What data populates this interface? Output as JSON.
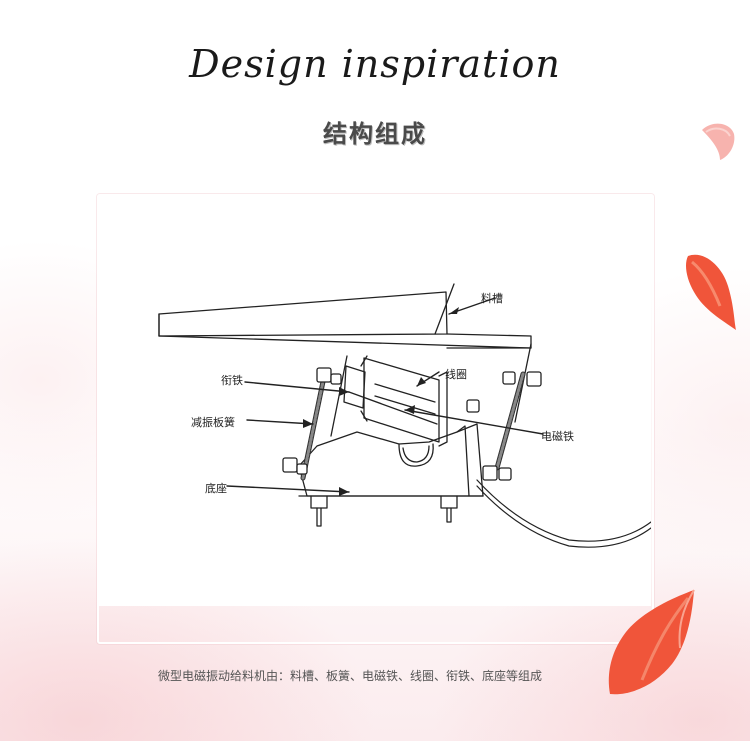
{
  "heading": {
    "script_title": "Design  inspiration",
    "chinese_title": "结构组成"
  },
  "diagram": {
    "labels": {
      "trough": "料槽",
      "armature": "衔铁",
      "coil": "线圈",
      "spring": "减振板簧",
      "electromagnet": "电磁铁",
      "base": "底座"
    }
  },
  "caption": "微型电磁振动给料机由：料槽、板簧、电磁铁、线圈、衔铁、底座等组成",
  "colors": {
    "petal_main": "#f0553a",
    "petal_light": "#f7b3ae",
    "heading_text": "#1a1a1a",
    "caption_text": "#555555"
  },
  "decorations": [
    "rose-petal-icon",
    "rose-petal-icon",
    "rose-petal-icon"
  ]
}
